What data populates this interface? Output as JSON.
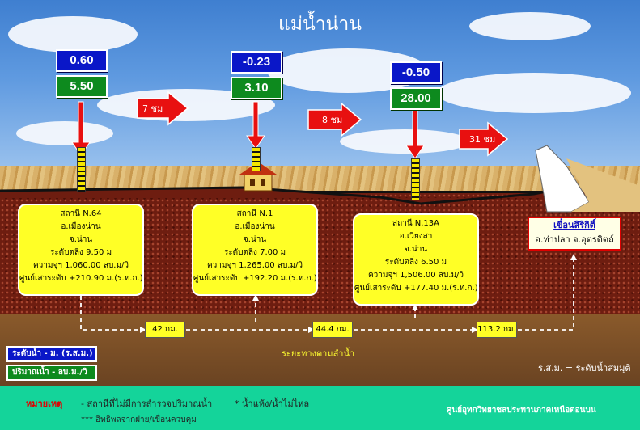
{
  "title": "แม่น้ำน่าน",
  "colors": {
    "water_level_box": "#0a17c8",
    "discharge_box": "#0d8a1e",
    "station_box": "#ffff26",
    "arrow": "#e81010",
    "footer": "#14d49a",
    "dam_border": "#e00000"
  },
  "stations": [
    {
      "water_level": "0.60",
      "discharge": "5.50",
      "name": "สถานี N.64",
      "district": "อ.เมืองน่าน",
      "province": "จ.น่าน",
      "bank": "ระดับตลิ่ง 9.50 ม",
      "capacity": "ความจุฯ 1,060.00 ลบ.ม/วิ",
      "datum": "ศูนย์เสาระดับ +210.90 ม.(ร.ท.ก.)"
    },
    {
      "water_level": "-0.23",
      "discharge": "3.10",
      "name": "สถานี N.1",
      "district": "อ.เมืองน่าน",
      "province": "จ.น่าน",
      "bank": "ระดับตลิ่ง 7.00 ม",
      "capacity": "ความจุฯ 1,265.00 ลบ.ม/วิ",
      "datum": "ศูนย์เสาระดับ +192.20 ม.(ร.ท.ก.)"
    },
    {
      "water_level": "-0.50",
      "discharge": "28.00",
      "name": "สถานี N.13A",
      "district": "อ.เวียงสา",
      "province": "จ.น่าน",
      "bank": "ระดับตลิ่ง 6.50 ม",
      "capacity": "ความจุฯ 1,506.00 ลบ.ม/วิ",
      "datum": "ศูนย์เสาระดับ +177.40 ม.(ร.ท.ก.)"
    }
  ],
  "travel_times": [
    "7 ชม",
    "8 ชม",
    "31 ชม"
  ],
  "dam": {
    "name": "เขื่อนสิริกิติ์",
    "location": "อ.ท่าปลา จ.อุตรดิตถ์"
  },
  "distances": [
    "42 กม.",
    "44.4 กม.",
    "113.2 กม."
  ],
  "distance_title": "ระยะทางตามลำน้ำ",
  "legend": {
    "water_level": "ระดับน้ำ - ม. (ร.ส.ม.)",
    "discharge": "ปริมาณน้ำ - ลบ.ม./วิ",
    "rsm": "ร.ส.ม. = ระดับน้ำสมมุติ"
  },
  "notes": {
    "heading": "หมายเหตุ",
    "note1": "-  สถานีที่ไม่มีการสำรวจปริมาณน้ำ",
    "note2": "*   น้ำแห้ง/น้ำไม่ไหล",
    "note3": "*** อิทธิพลจากฝาย/เขื่อนควบคุม"
  },
  "credit": "ศูนย์อุทกวิทยาชลประทานภาคเหนือตอนบน"
}
